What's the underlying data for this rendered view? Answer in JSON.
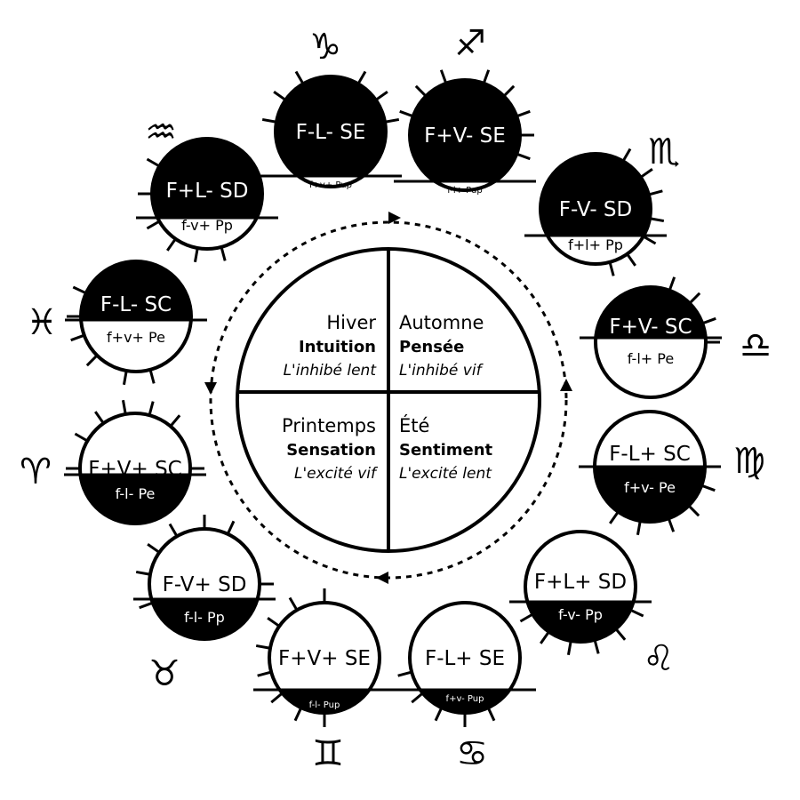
{
  "colors": {
    "ink": "#000000",
    "paper": "#ffffff"
  },
  "center": {
    "quadrants": [
      {
        "season": "Hiver",
        "function": "Intuition",
        "desc": "L'inhibé lent"
      },
      {
        "season": "Automne",
        "function": "Pensée",
        "desc": "L'inhibé vif"
      },
      {
        "season": "Printemps",
        "function": "Sensation",
        "desc": "L'excité vif"
      },
      {
        "season": "Été",
        "function": "Sentiment",
        "desc": "L'excité lent"
      }
    ]
  },
  "signs": [
    {
      "glyph": "♑",
      "icon": "capricorn-icon"
    },
    {
      "glyph": "♐",
      "icon": "sagittarius-icon"
    },
    {
      "glyph": "♏",
      "icon": "scorpio-icon"
    },
    {
      "glyph": "♎",
      "icon": "libra-icon"
    },
    {
      "glyph": "♍",
      "icon": "virgo-icon"
    },
    {
      "glyph": "♌",
      "icon": "leo-icon"
    },
    {
      "glyph": "♋",
      "icon": "cancer-icon"
    },
    {
      "glyph": "♊",
      "icon": "gemini-icon"
    },
    {
      "glyph": "♉",
      "icon": "taurus-icon"
    },
    {
      "glyph": "♈",
      "icon": "aries-icon"
    },
    {
      "glyph": "♓",
      "icon": "pisces-icon"
    },
    {
      "glyph": "♒",
      "icon": "aquarius-icon"
    }
  ],
  "nodes": [
    {
      "id": "capricorn",
      "top": "F-L- SE",
      "bottom": "f+v+ Pup",
      "top_fill": "black",
      "bottom_fill": "white"
    },
    {
      "id": "sagittarius",
      "top": "F+V- SE",
      "bottom": "f-l+ Pup",
      "top_fill": "black",
      "bottom_fill": "white"
    },
    {
      "id": "scorpio",
      "top": "F-V- SD",
      "bottom": "f+l+ Pp",
      "top_fill": "black",
      "bottom_fill": "white"
    },
    {
      "id": "libra",
      "top": "F+V- SC",
      "bottom": "f-l+ Pe",
      "top_fill": "black",
      "bottom_fill": "white"
    },
    {
      "id": "virgo",
      "top": "F-L+ SC",
      "bottom": "f+v- Pe",
      "top_fill": "white",
      "bottom_fill": "black"
    },
    {
      "id": "leo",
      "top": "F+L+ SD",
      "bottom": "f-v- Pp",
      "top_fill": "white",
      "bottom_fill": "black"
    },
    {
      "id": "cancer",
      "top": "F-L+ SE",
      "bottom": "f+v- Pup",
      "top_fill": "white",
      "bottom_fill": "black"
    },
    {
      "id": "gemini",
      "top": "F+V+ SE",
      "bottom": "f-l- Pup",
      "top_fill": "white",
      "bottom_fill": "black"
    },
    {
      "id": "taurus",
      "top": "F-V+ SD",
      "bottom": "f-l- Pp",
      "top_fill": "white",
      "bottom_fill": "black"
    },
    {
      "id": "aries",
      "top": "F+V+ SC",
      "bottom": "f-l- Pe",
      "top_fill": "white",
      "bottom_fill": "black"
    },
    {
      "id": "pisces",
      "top": "F-L- SC",
      "bottom": "f+v+ Pe",
      "top_fill": "black",
      "bottom_fill": "white"
    },
    {
      "id": "aquarius",
      "top": "F+L- SD",
      "bottom": "f-v+ Pp",
      "top_fill": "black",
      "bottom_fill": "white"
    }
  ]
}
